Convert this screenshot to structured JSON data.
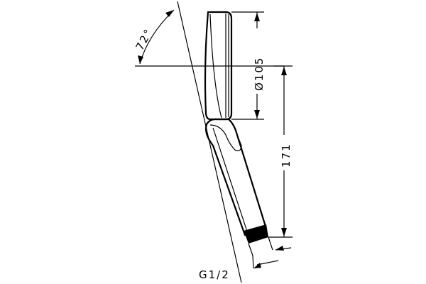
{
  "drawing": {
    "angle_label": "72°",
    "head_diameter_label": "Ø105",
    "length_label": "171",
    "thread_label": "G1/2"
  }
}
